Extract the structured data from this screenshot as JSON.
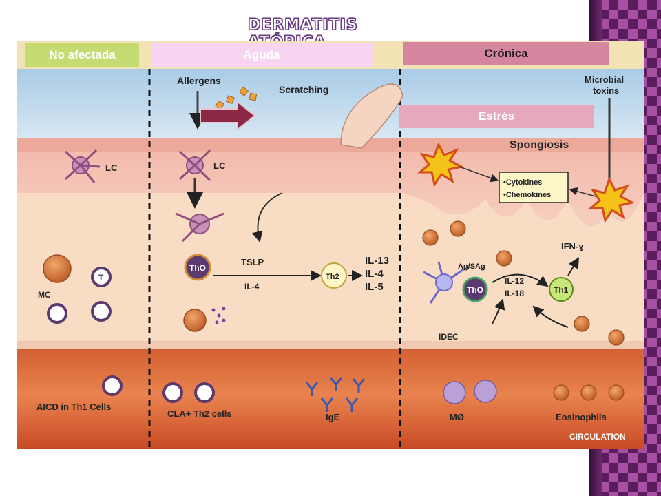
{
  "title": "DERMATITIS ATÓPICA",
  "stages": {
    "no_afectada": "No afectada",
    "aguda": "Aguda",
    "cronica": "Crónica",
    "estres": "Estrés"
  },
  "diagram_labels": {
    "allergens": "Allergens",
    "scratching": "Scratching",
    "microbial_toxins_1": "Microbial",
    "microbial_toxins_2": "toxins",
    "spongiosis": "Spongiosis",
    "lc_1": "LC",
    "lc_2": "LC",
    "cytokines": "•Cytokines",
    "chemokines": "•Chemokines",
    "tslp": "TSLP",
    "il4": "IL-4",
    "il13": "IL-13",
    "il4b": "IL-4",
    "il5": "IL-5",
    "ifn": "IFN-ɣ",
    "ag_sag": "Ag/SAg",
    "il12": "IL-12",
    "il18": "IL-18",
    "th0a": "ThO",
    "th0b": "ThO",
    "th2": "Th2",
    "th1": "Th1",
    "idec": "IDEC",
    "mc": "MC",
    "t": "T",
    "aicd": "AICD in Th1 Cells",
    "cla": "CLA+ Th2 cells",
    "ige": "IgE",
    "mo": "MØ",
    "eosinophils": "Eosinophils",
    "circulation": "CIRCULATION"
  },
  "colors": {
    "title_outline": "#6a3a80",
    "sidebar": "#5a1d5c",
    "no_afectada": "#c4dc72",
    "aguda": "#f7d4f1",
    "cronica": "#d5869e",
    "estres": "#e7a7bd",
    "arrow": "#8a2846"
  }
}
